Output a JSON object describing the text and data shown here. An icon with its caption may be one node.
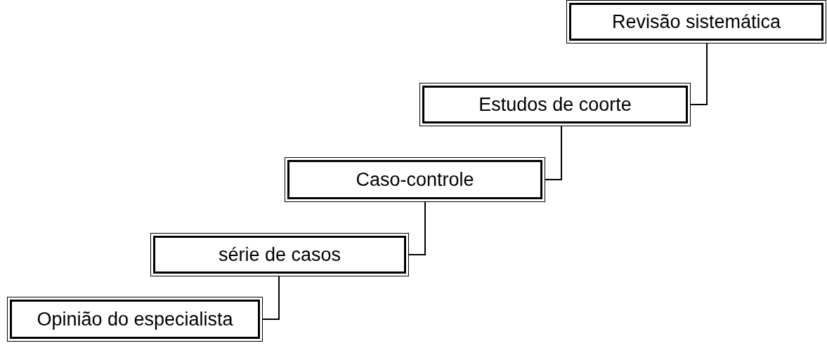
{
  "diagram": {
    "nodes": [
      {
        "text": [
          "Revisão sistemática"
        ]
      },
      {
        "text": [
          "Estudos de coorte"
        ]
      },
      {
        "text": [
          "Caso-controle"
        ]
      },
      {
        "text": [
          "série de casos"
        ]
      },
      {
        "text": [
          "Opinião do especialista"
        ]
      }
    ],
    "edges": [
      {
        "from": 4,
        "to": 3,
        "arrow": "none"
      },
      {
        "from": 3,
        "to": 2,
        "arrow": "none"
      },
      {
        "from": 2,
        "to": 1,
        "arrow": "none"
      },
      {
        "from": 1,
        "to": 0,
        "arrow": "none"
      }
    ]
  }
}
